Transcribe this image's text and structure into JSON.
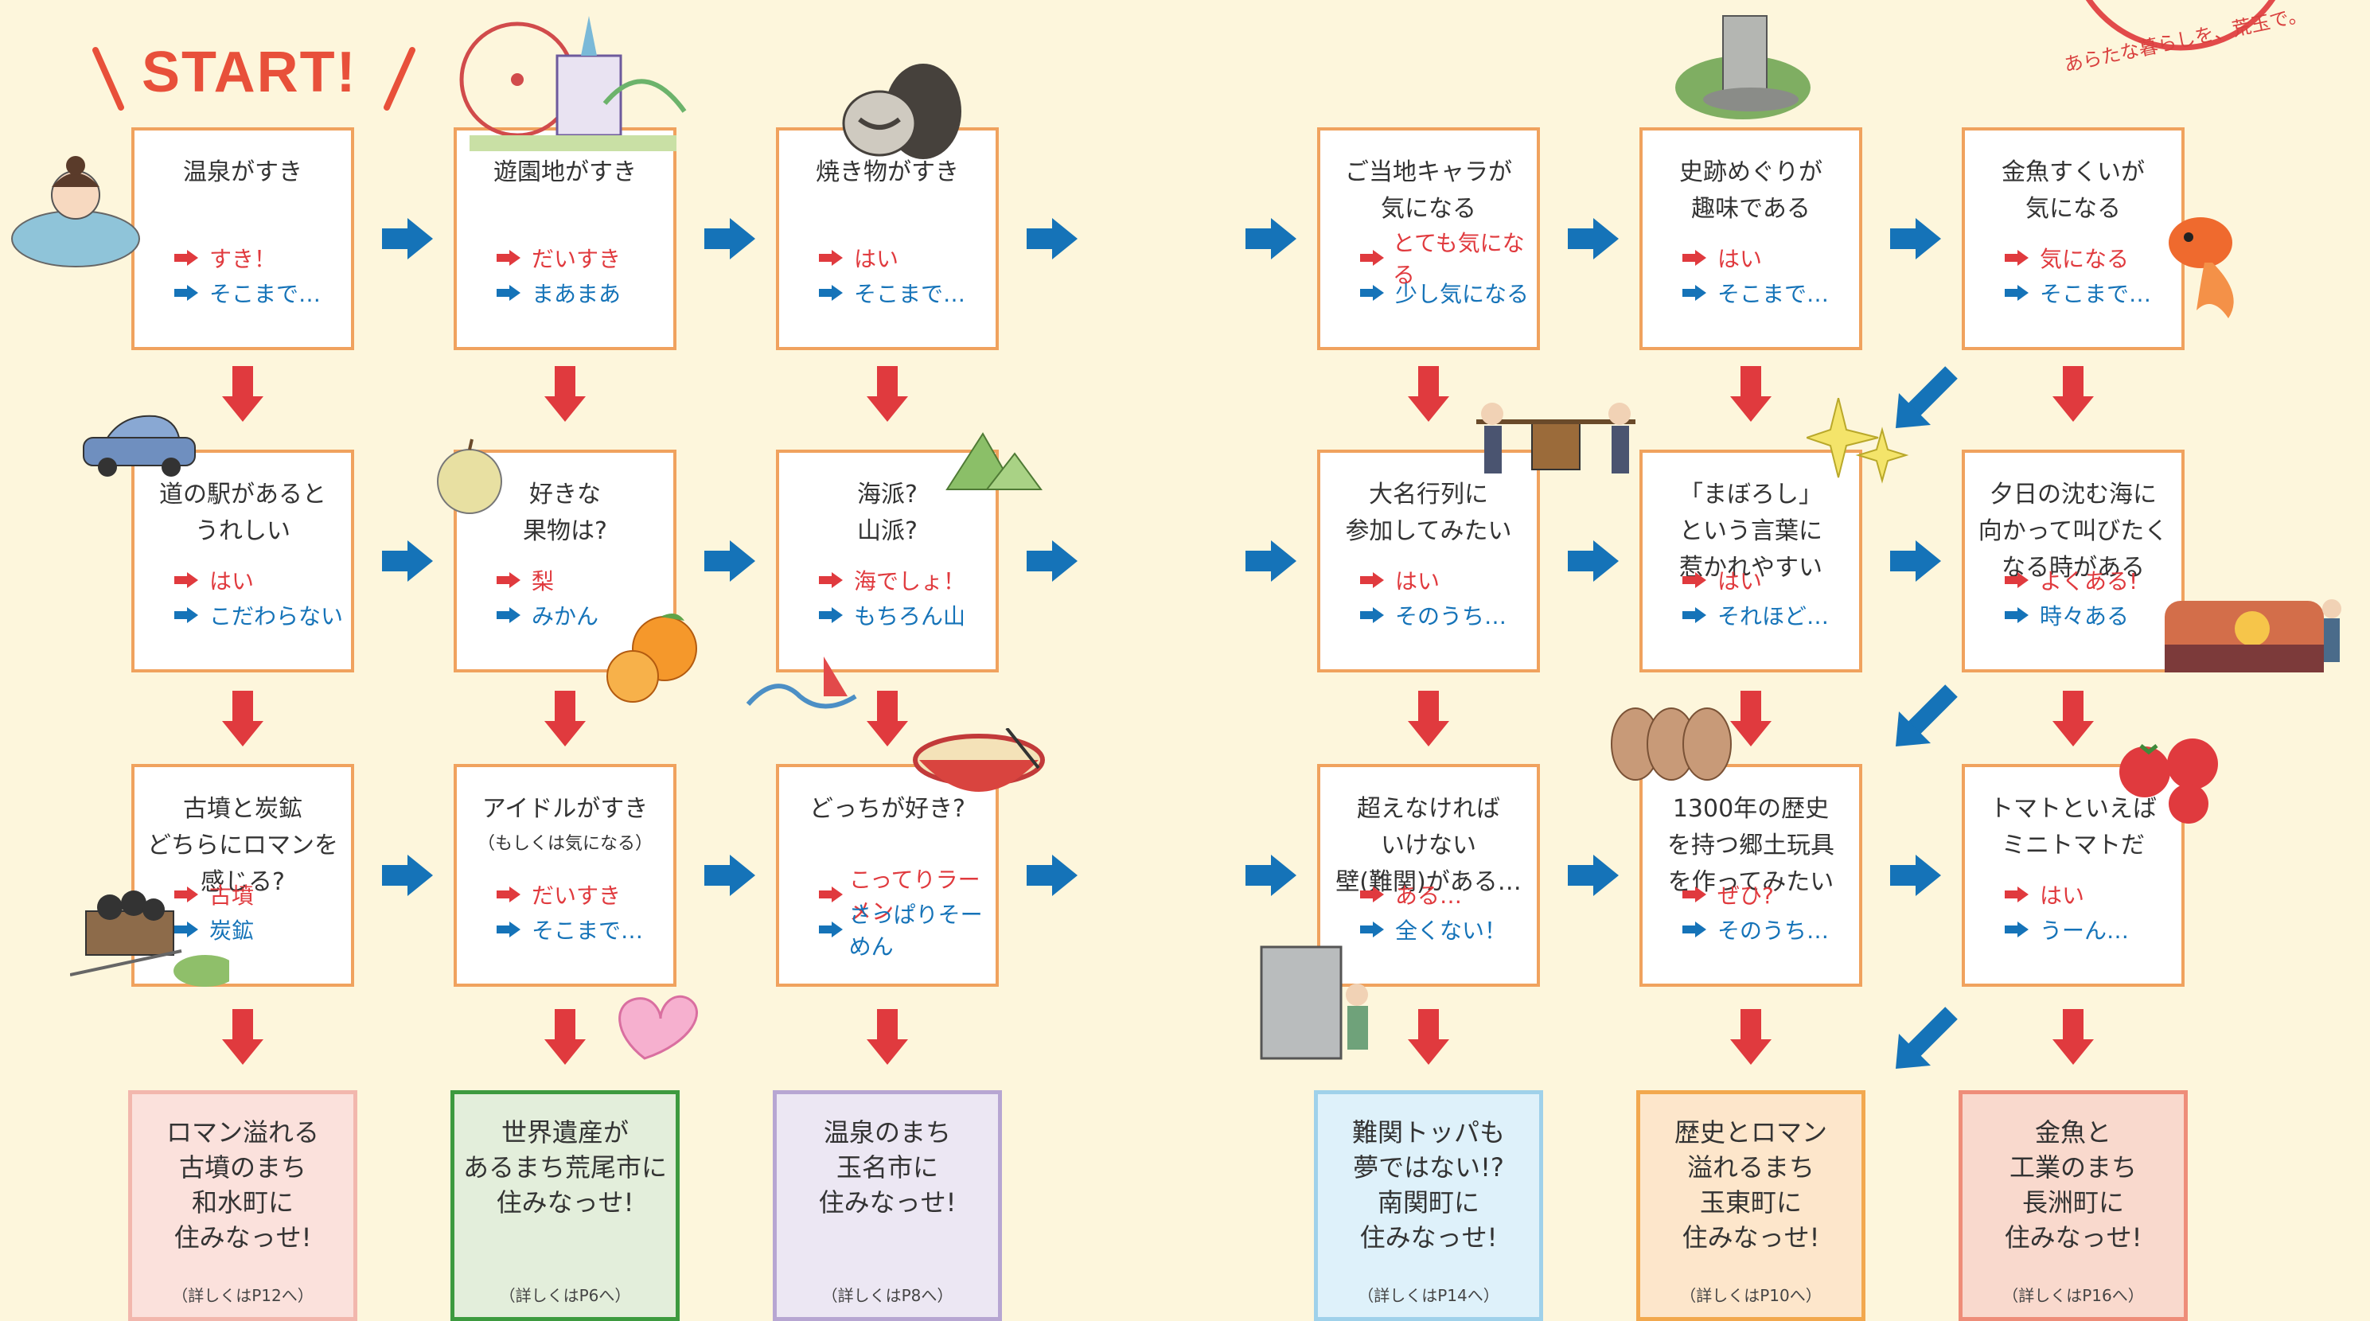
{
  "start_label": "START!",
  "tagline": "あらたな暮らしを、荒玉で。",
  "colors": {
    "answer_yes": "#e03a3e",
    "answer_no": "#1573b8",
    "box_border": "#f0a25e"
  },
  "questions": [
    {
      "id": "q1",
      "title": "温泉がすき",
      "yes": "すき！",
      "no": "そこまで…"
    },
    {
      "id": "q2",
      "title": "遊園地がすき",
      "yes": "だいすき",
      "no": "まあまあ"
    },
    {
      "id": "q3",
      "title": "焼き物がすき",
      "yes": "はい",
      "no": "そこまで…"
    },
    {
      "id": "q4",
      "title": "ご当地キャラが\n気になる",
      "yes": "とても気になる",
      "no": "少し気になる"
    },
    {
      "id": "q5",
      "title": "史跡めぐりが\n趣味である",
      "yes": "はい",
      "no": "そこまで…"
    },
    {
      "id": "q6",
      "title": "金魚すくいが\n気になる",
      "yes": "気になる",
      "no": "そこまで…"
    },
    {
      "id": "q7",
      "title": "道の駅があると\nうれしい",
      "yes": "はい",
      "no": "こだわらない"
    },
    {
      "id": "q8",
      "title": "好きな\n果物は?",
      "yes": "梨",
      "no": "みかん"
    },
    {
      "id": "q9",
      "title": "海派?\n山派?",
      "yes": "海でしょ！",
      "no": "もちろん山"
    },
    {
      "id": "q10",
      "title": "大名行列に\n参加してみたい",
      "yes": "はい",
      "no": "そのうち…"
    },
    {
      "id": "q11",
      "title": "「まぼろし」\nという言葉に\n惹かれやすい",
      "yes": "はい",
      "no": "それほど…"
    },
    {
      "id": "q12",
      "title": "夕日の沈む海に\n向かって叫びたく\nなる時がある",
      "yes": "よくある!",
      "no": "時々ある"
    },
    {
      "id": "q13",
      "title": "古墳と炭鉱\nどちらにロマンを\n感じる?",
      "yes": "古墳",
      "no": "炭鉱"
    },
    {
      "id": "q14",
      "title": "アイドルがすき",
      "sub": "（もしくは気になる）",
      "yes": "だいすき",
      "no": "そこまで…"
    },
    {
      "id": "q15",
      "title": "どっちが好き?",
      "yes": "こってりラーメン",
      "no": "さっぱりそーめん"
    },
    {
      "id": "q16",
      "title": "超えなければ\nいけない\n壁(難関)がある…",
      "yes": "ある…",
      "no": "全くない！"
    },
    {
      "id": "q17",
      "title": "1300年の歴史\nを持つ郷土玩具\nを作ってみたい",
      "yes": "ぜひ?",
      "no": "そのうち…"
    },
    {
      "id": "q18",
      "title": "トマトといえば\nミニトマトだ",
      "yes": "はい",
      "no": "うーん…"
    }
  ],
  "results": [
    {
      "id": "r1",
      "title": "ロマン溢れる\n古墳のまち\n和水町に\n住みなっせ!",
      "ref": "（詳しくはP12へ）",
      "bg": "#fbe1dc",
      "border": "#f2b7ad"
    },
    {
      "id": "r2",
      "title": "世界遺産が\nあるまち荒尾市に\n住みなっせ!",
      "ref": "（詳しくはP6へ）",
      "bg": "#e3eedb",
      "border": "#3d9a3f"
    },
    {
      "id": "r3",
      "title": "温泉のまち\n玉名市に\n住みなっせ!",
      "ref": "（詳しくはP8へ）",
      "bg": "#ece7f3",
      "border": "#b7a6d2"
    },
    {
      "id": "r4",
      "title": "難関トッパも\n夢ではない!?\n南関町に\n住みなっせ!",
      "ref": "（詳しくはP14へ）",
      "bg": "#def1fa",
      "border": "#9fd1ea"
    },
    {
      "id": "r5",
      "title": "歴史とロマン\n溢れるまち\n玉東町に\n住みなっせ!",
      "ref": "（詳しくはP10へ）",
      "bg": "#fde6cb",
      "border": "#f2a84e"
    },
    {
      "id": "r6",
      "title": "金魚と\n工業のまち\n長洲町に\n住みなっせ!",
      "ref": "（詳しくはP16へ）",
      "bg": "#f9d9cd",
      "border": "#ee8d79"
    }
  ]
}
